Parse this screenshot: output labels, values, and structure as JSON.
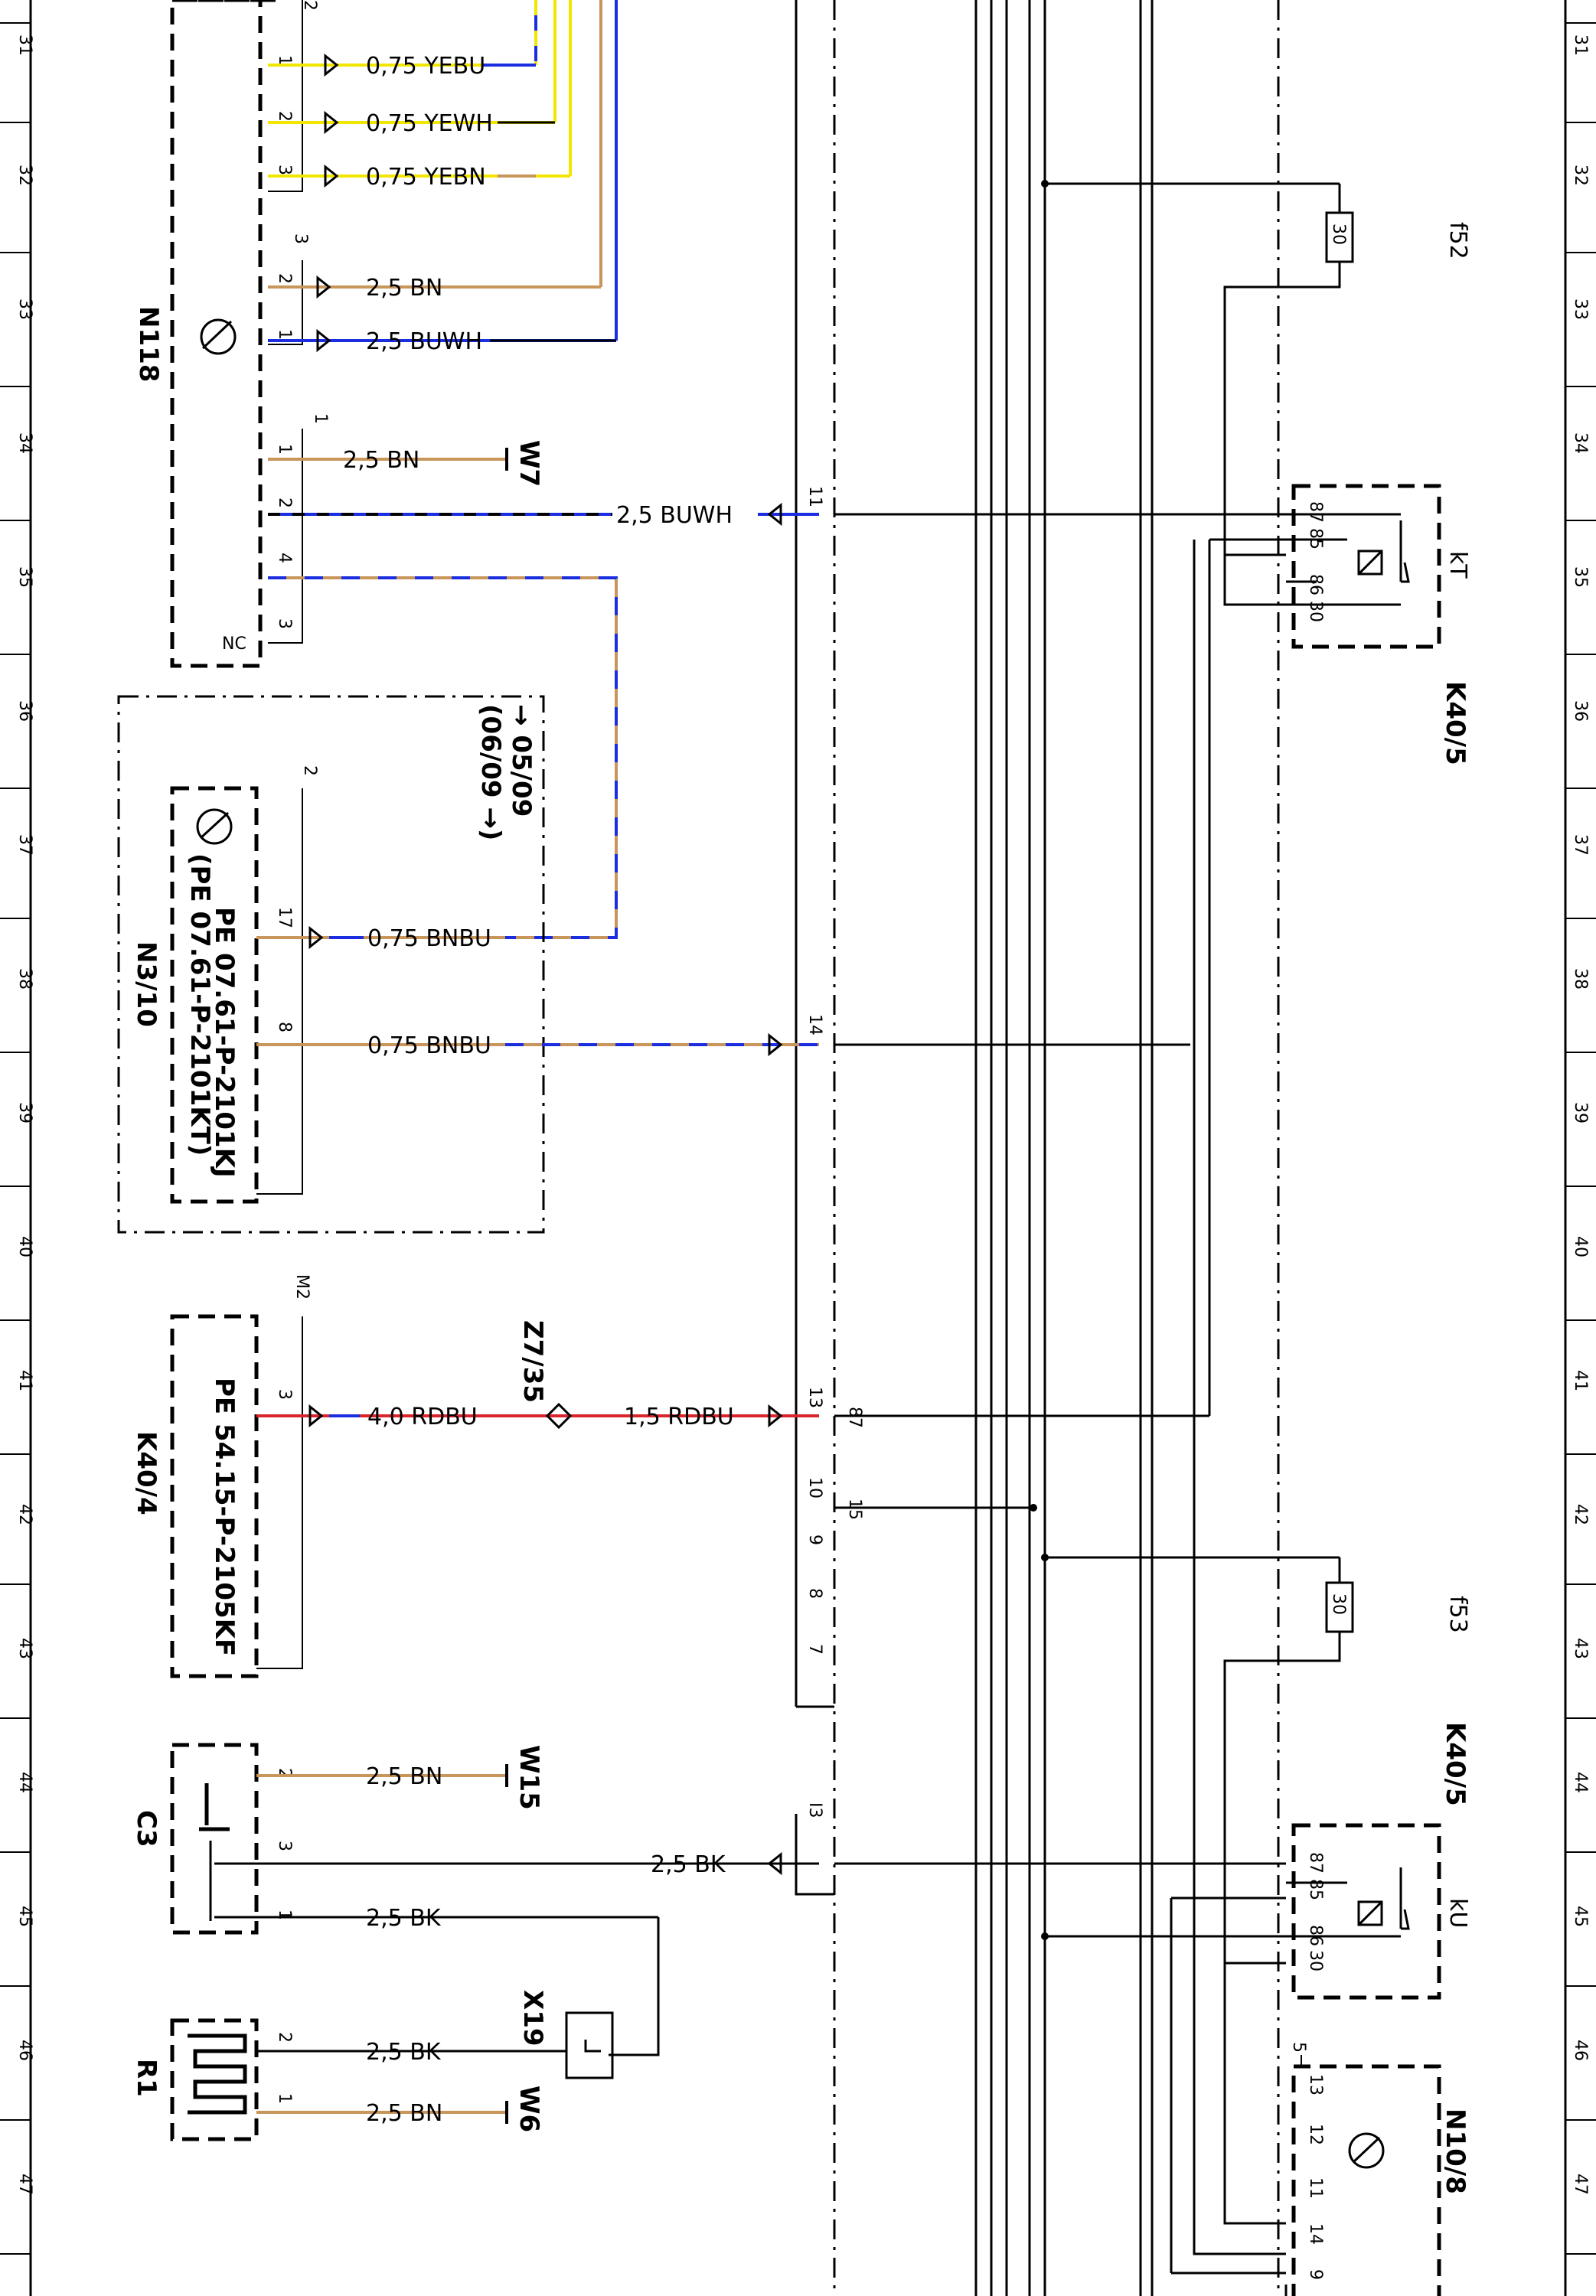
{
  "ruler": [
    "31",
    "32",
    "33",
    "34",
    "35",
    "36",
    "37",
    "38",
    "39",
    "40",
    "41",
    "42",
    "43",
    "44",
    "45",
    "46",
    "47"
  ],
  "components": {
    "n118": "N118",
    "n3_10": "N3/10",
    "k40_4": "K40/4",
    "c3": "C3",
    "r1": "R1",
    "k40_5_top": "K40/5",
    "k40_5_bot": "K40/5",
    "n10_8": "N10/8",
    "x19": "X19",
    "z7_35": "Z7/35",
    "w7": "W7",
    "w15": "W15",
    "w6": "W6",
    "f52": "f52",
    "f53": "f53",
    "kT": "kT",
    "kU": "kU",
    "fuse30a": "30",
    "fuse30b": "30"
  },
  "wires": {
    "w1": "0,75 YEBU",
    "w2": "0,75 YEWH",
    "w3": "0,75 YEBN",
    "w4": "2,5 BN",
    "w5": "2,5 BUWH",
    "w6": "2,5 BN",
    "w7": "2,5 BUWH",
    "w8": "0,75 BNBU",
    "w9": "0,75 BNBU",
    "w10": "4,0 RDBU",
    "w11": "1,5 RDBU",
    "w12": "2,5 BN",
    "w13": "2,5 BK",
    "w14": "2,5 BK",
    "w15": "2,5 BK",
    "w16": "2,5 BN"
  },
  "notes": {
    "n3_pe1": "PE 07.61-P-2101KJ",
    "n3_pe2": "(PE 07.61-P-2101KT)",
    "k40_4_pe": "PE 54.15-P-2105KF",
    "date_range_1": "→ 05/09",
    "date_range_2": "(06/09 →)",
    "nc": "NC"
  },
  "pins": {
    "n118_c2": "2",
    "n118_p1a": "1",
    "n118_p2a": "2",
    "n118_p3a": "3",
    "n118_c3": "3",
    "n118_p2b": "2",
    "n118_p1b": "1",
    "n118_c1": "1",
    "n118_p1c": "1",
    "n118_p2c": "2",
    "n118_p4c": "4",
    "n118_p3c": "3",
    "n3_c2": "2",
    "n3_p17": "17",
    "n3_p8": "8",
    "k40_4_m2": "M2",
    "k40_4_p3": "3",
    "c3_p2": "2",
    "c3_p3": "3",
    "c3_p1": "1",
    "r1_p2": "2",
    "r1_p1": "1",
    "conn_11": "11",
    "conn_14": "14",
    "conn_13": "13",
    "conn_10": "10",
    "conn_9": "9",
    "conn_8": "8",
    "conn_7": "7",
    "conn_I3": "I3",
    "k_87": "87",
    "k_15": "15",
    "kT_87": "87",
    "kT_85": "85",
    "kT_86": "86",
    "kT_30": "30",
    "kU_87": "87",
    "kU_85": "85",
    "kU_86": "86",
    "kU_30": "30",
    "n10_c5": "5",
    "n10_13": "13",
    "n10_12": "12",
    "n10_11": "11",
    "n10_14": "14",
    "n10_9": "9"
  },
  "colors": {
    "yellow": "#f2e600",
    "blue": "#1a2ee0",
    "brown": "#c8955a",
    "red": "#d8242a",
    "black": "#000000"
  }
}
